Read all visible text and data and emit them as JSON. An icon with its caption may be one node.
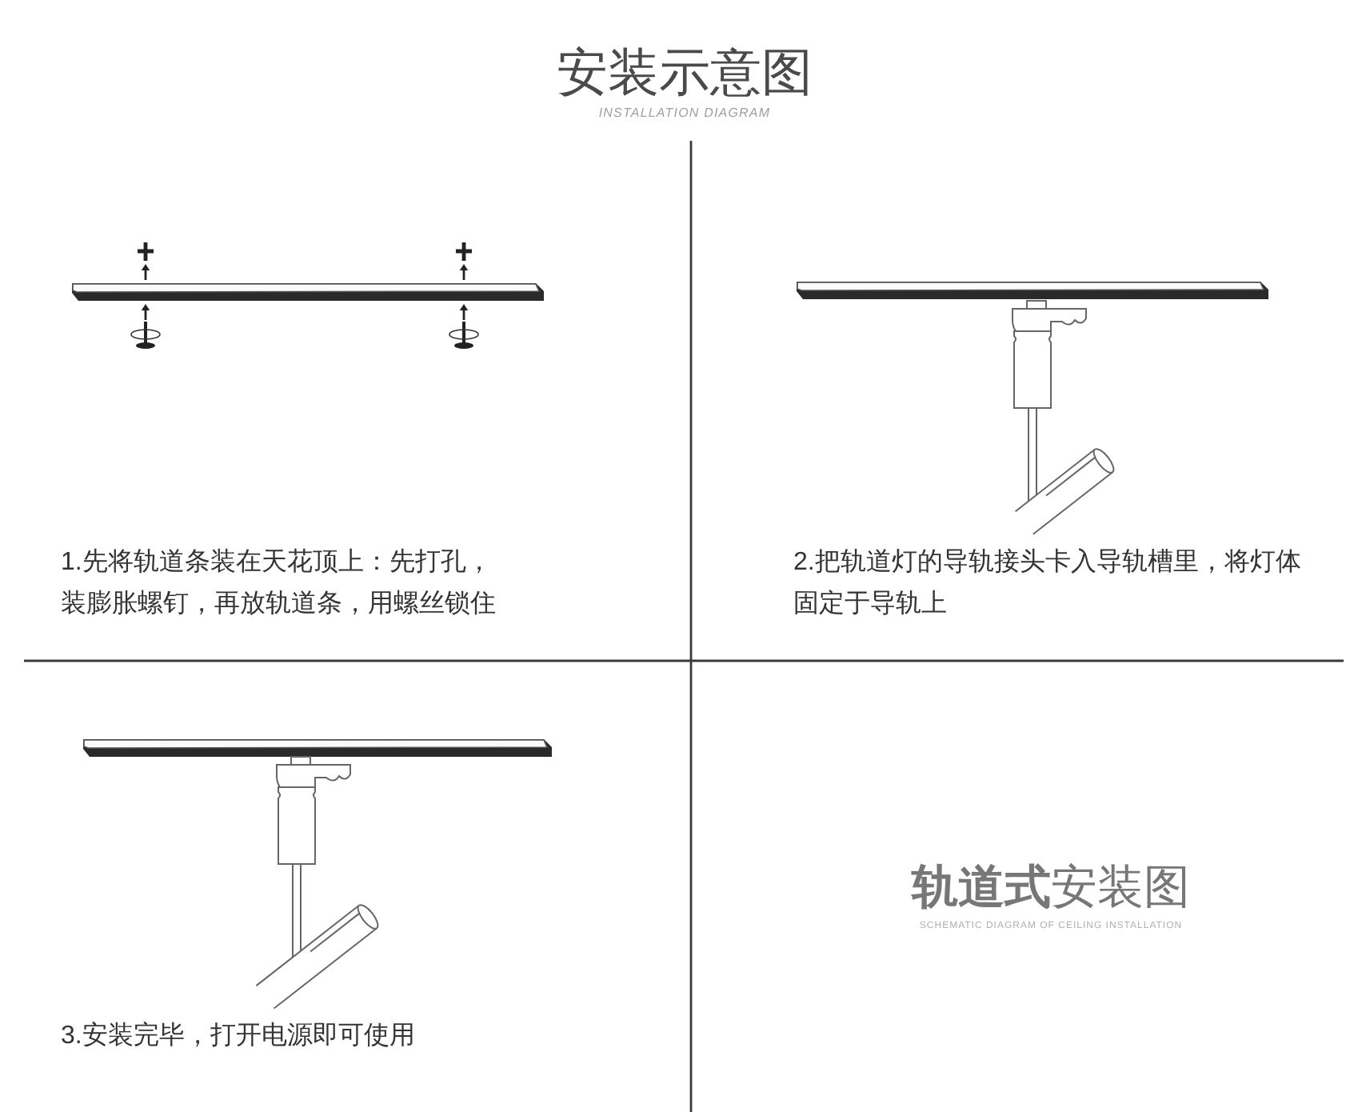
{
  "diagram": {
    "title": "安装示意图",
    "labels": [
      "INSTALLATION DIAGRAM",
      "1.先将轨道条装在天花顶上：先打孔，装膨胀螺钉，再放轨道条，用螺丝锁住",
      "2.把轨道灯的导轨接头卡入导轨槽里，将灯体固定于导轨上",
      "3.安装完毕，打开电源即可使用",
      "**轨道式**安装图",
      "SCHEMATIC DIAGRAM OF CEILING INSTALLATION"
    ]
  }
}
